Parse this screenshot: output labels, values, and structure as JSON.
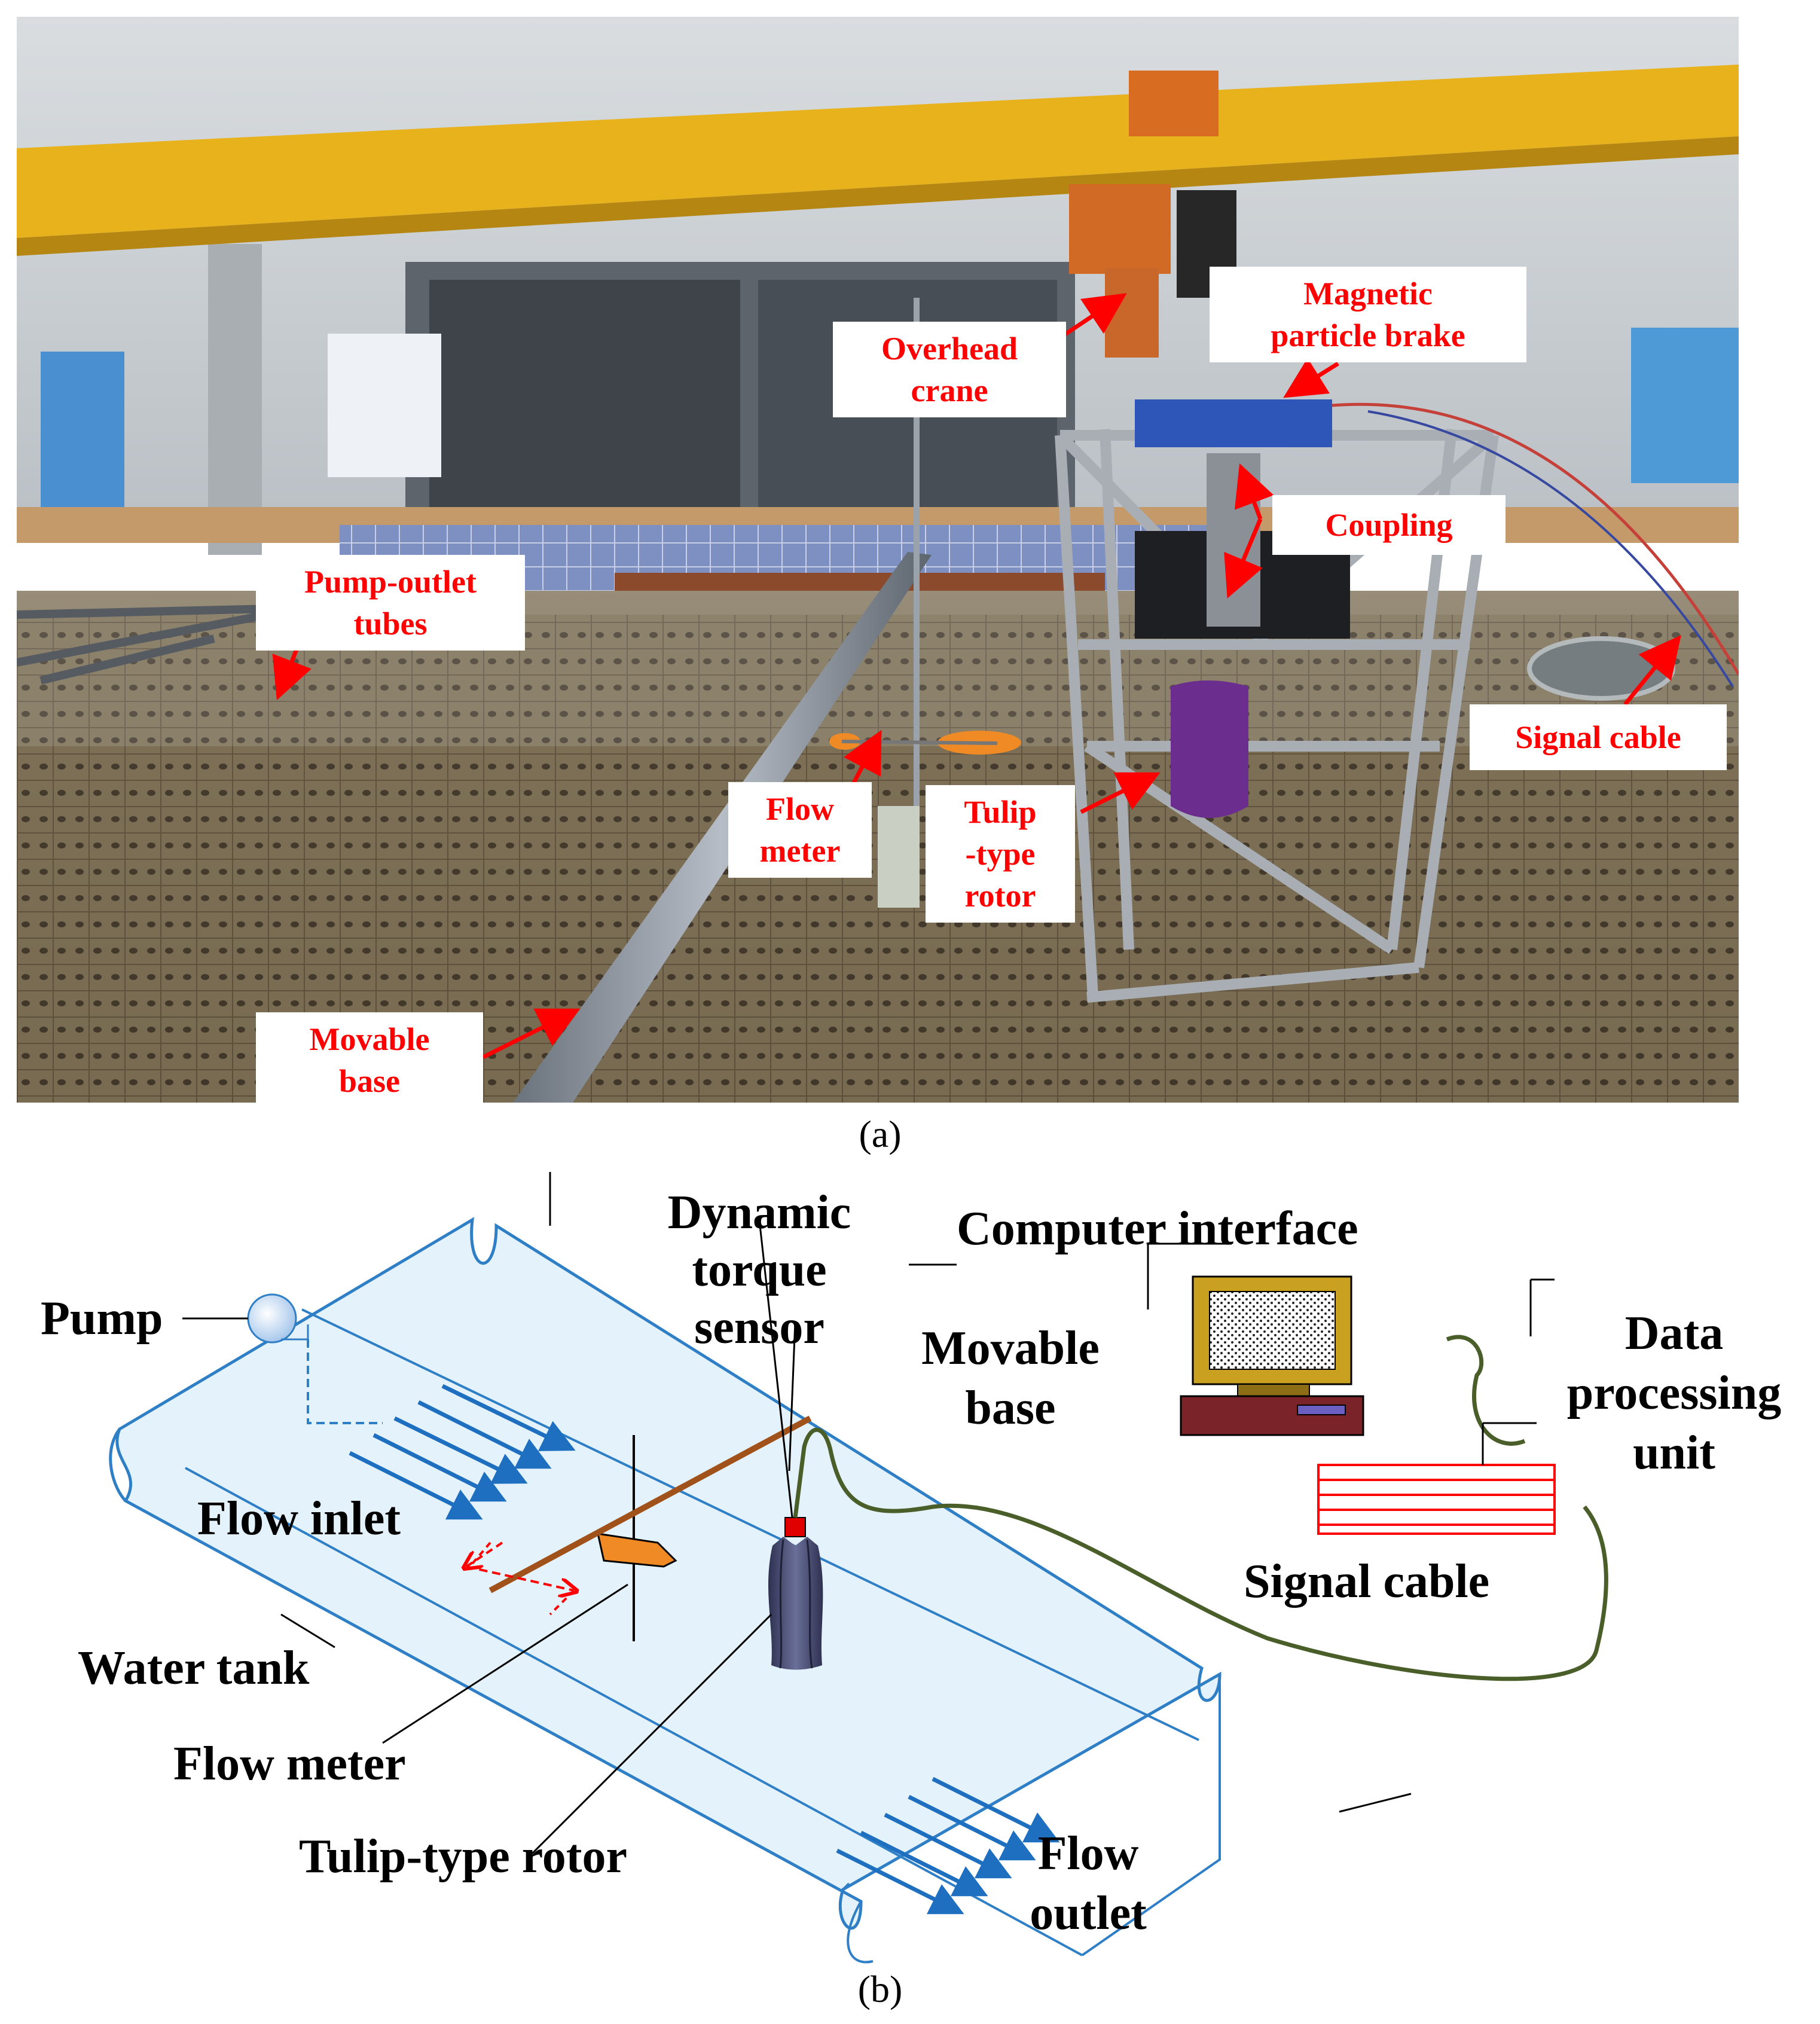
{
  "panel_a": {
    "caption": "(a)",
    "callouts": {
      "overhead_crane": [
        "Overhead",
        "crane"
      ],
      "magnetic_brake": [
        "Magnetic",
        "particle brake"
      ],
      "coupling": [
        "Coupling"
      ],
      "pump_outlet": [
        "Pump-outlet",
        "tubes"
      ],
      "signal_cable": [
        "Signal cable"
      ],
      "flow_meter": [
        "Flow",
        "meter"
      ],
      "tulip_rotor": [
        "Tulip",
        "-type",
        "rotor"
      ],
      "movable_base": [
        "Movable",
        "base"
      ]
    }
  },
  "panel_b": {
    "caption": "(b)",
    "labels": {
      "pump": "Pump",
      "dynamic_torque": [
        "Dynamic",
        "torque",
        "sensor"
      ],
      "computer": "Computer interface",
      "movable_base": [
        "Movable",
        "base"
      ],
      "data_unit": [
        "Data",
        "processing",
        "unit"
      ],
      "flow_inlet": "Flow inlet",
      "signal_cable": "Signal cable",
      "water_tank": "Water tank",
      "flow_meter": "Flow meter",
      "tulip_rotor": "Tulip-type rotor",
      "flow_outlet": [
        "Flow",
        "outlet"
      ]
    }
  },
  "colors": {
    "callout_text": "#ff0000",
    "tank_stroke": "#2f7fc7",
    "tank_fill": "#e4f2fb",
    "flow_arrow": "#1e6fbf",
    "base_rod": "#a0521a",
    "cable": "#4a5e2a",
    "rotor": "#4a4e70",
    "data_unit": "#ff0000",
    "arrow_red": "#ff0000"
  }
}
